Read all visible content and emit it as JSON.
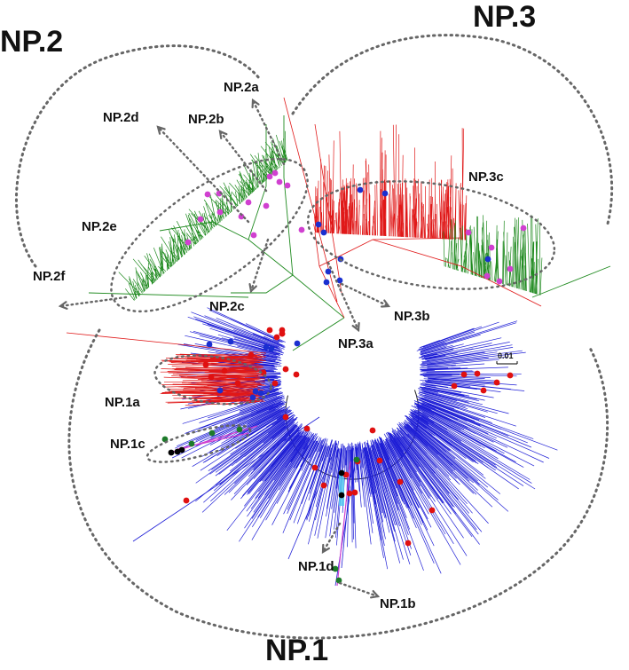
{
  "figure": {
    "clades": [
      {
        "id": "np1",
        "label": "NP.1"
      },
      {
        "id": "np2",
        "label": "NP.2"
      },
      {
        "id": "np3",
        "label": "NP.3"
      }
    ],
    "subclades": [
      {
        "id": "np1a",
        "label": "NP.1a"
      },
      {
        "id": "np1b",
        "label": "NP.1b"
      },
      {
        "id": "np1c",
        "label": "NP.1c"
      },
      {
        "id": "np1d",
        "label": "NP.1d"
      },
      {
        "id": "np2a",
        "label": "NP.2a"
      },
      {
        "id": "np2b",
        "label": "NP.2b"
      },
      {
        "id": "np2c",
        "label": "NP.2c"
      },
      {
        "id": "np2d",
        "label": "NP.2d"
      },
      {
        "id": "np2e",
        "label": "NP.2e"
      },
      {
        "id": "np2f",
        "label": "NP.2f"
      },
      {
        "id": "np3a",
        "label": "NP.3a"
      },
      {
        "id": "np3b",
        "label": "NP.3b"
      },
      {
        "id": "np3c",
        "label": "NP.3c"
      }
    ],
    "scale_bar": "0.01",
    "colors": {
      "np1_branches": "#1f1fd6",
      "np2_branches": "#1f8a1f",
      "np3_branches": "#e01818",
      "marker_red": "#e01010",
      "marker_blue": "#1a2fd0",
      "marker_magenta": "#d040d0",
      "marker_green": "#1d7a2a",
      "marker_black": "#000000",
      "annotation": "#666666"
    }
  }
}
